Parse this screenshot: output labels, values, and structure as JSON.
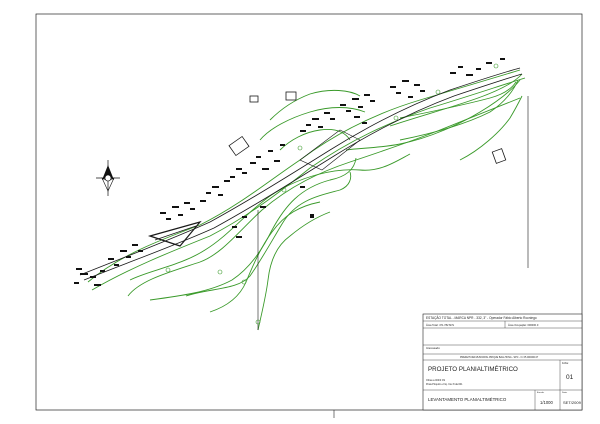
{
  "title_block": {
    "header_line": "ESTAÇÃO TOTAL - MARCA NPR - 332, 3\" - Operador Fábio Alberto Rocniego",
    "row2_left": "Área Total: 471.782 M²S",
    "row2_right": "Área Ocupação: 000000.0",
    "client_label": "Interessado:",
    "org_line": "PREFEITURA MUNICIPAL PRIQUE BALLHOSA - SPC - N. 05.000000.07",
    "project_title": "PROJETO PLANIALTIMÉTRICO",
    "detail_line1": "Obras a 000/0 CS",
    "detail_line2": "Praia Pirquizo e Fiq. Cox 8 da 001",
    "sheet_label": "Folha:",
    "sheet_number": "01",
    "description": "LEVANTAMENTO PLANIALTIMÉTRICO",
    "scale_label": "Escala:",
    "scale": "1/1000",
    "date_label": "Data:",
    "date": "SET/2009"
  },
  "colors": {
    "contour": "#3a9a2a",
    "linework": "#1a1a1a",
    "frame": "#222222"
  },
  "icons": [
    "north-arrow-icon"
  ]
}
